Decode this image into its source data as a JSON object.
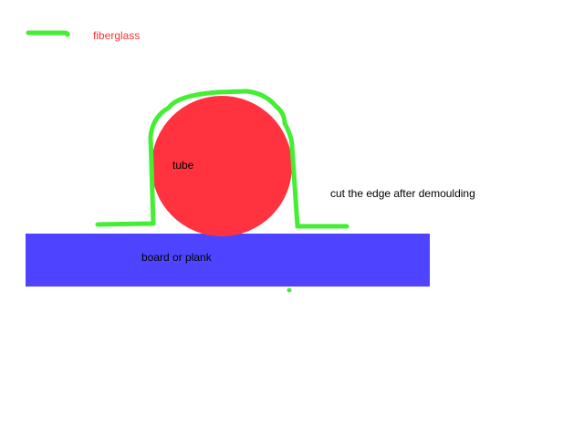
{
  "legend": {
    "label": "fiberglass",
    "label_color": "#ff3333",
    "swatch_color": "#44ee33"
  },
  "labels": {
    "tube": "tube",
    "board": "board or plank",
    "edge_note": "cut the edge after demoulding",
    "text_color": "#000000"
  },
  "colors": {
    "tube": "#ff3340",
    "board": "#4e44ff",
    "fiberglass": "#44ee33"
  }
}
